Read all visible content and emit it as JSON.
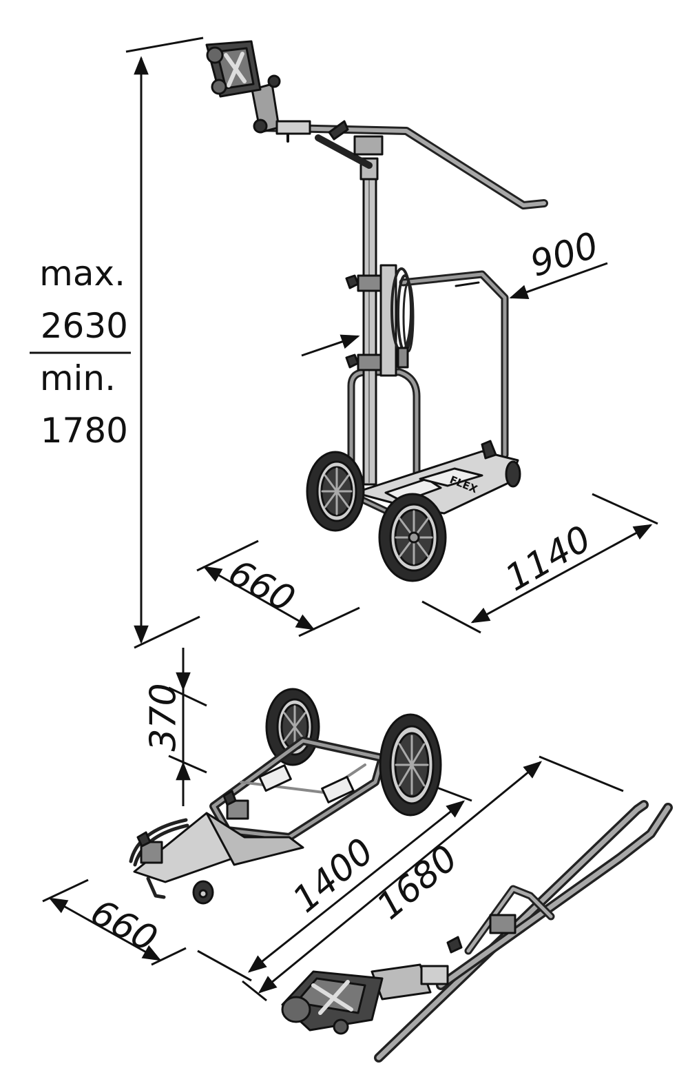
{
  "height_label": {
    "max_prefix": "max.",
    "max_value": "2630",
    "min_prefix": "min.",
    "min_value": "1780"
  },
  "upright": {
    "depth": "900",
    "width": "660",
    "length": "1140"
  },
  "folded": {
    "height": "370",
    "width": "660",
    "frame_length": "1400",
    "total_length": "1680"
  },
  "colors": {
    "line": "#111111",
    "metal": "#bdbdbd",
    "metal_dark": "#555555",
    "tire": "#2a2a2a"
  }
}
